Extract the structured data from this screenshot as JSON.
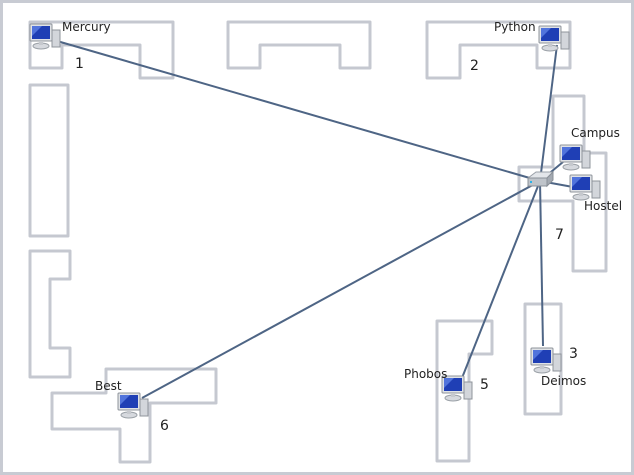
{
  "diagram": {
    "type": "network-floorplan",
    "hub": {
      "id": "switch",
      "icon": "network-switch-icon"
    },
    "nodes": [
      {
        "id": "mercury",
        "label": "Mercury",
        "room": "1",
        "icon": "computer-icon"
      },
      {
        "id": "python",
        "label": "Python",
        "room": "2",
        "icon": "computer-icon"
      },
      {
        "id": "campus",
        "label": "Campus",
        "room": "7",
        "icon": "computer-icon"
      },
      {
        "id": "hostel",
        "label": "Hostel",
        "room": "7",
        "icon": "computer-icon"
      },
      {
        "id": "deimos",
        "label": "Deimos",
        "room": "3",
        "icon": "computer-icon"
      },
      {
        "id": "phobos",
        "label": "Phobos",
        "room": "5",
        "icon": "computer-icon"
      },
      {
        "id": "best",
        "label": "Best",
        "room": "6",
        "icon": "computer-icon"
      }
    ],
    "room_numbers": [
      "1",
      "2",
      "7",
      "3",
      "5",
      "6"
    ],
    "links": [
      [
        "switch",
        "mercury"
      ],
      [
        "switch",
        "python"
      ],
      [
        "switch",
        "campus"
      ],
      [
        "switch",
        "hostel"
      ],
      [
        "switch",
        "deimos"
      ],
      [
        "switch",
        "phobos"
      ],
      [
        "switch",
        "best"
      ]
    ],
    "colors": {
      "link": "#4e6585",
      "room_outline": "#c5c8d0",
      "screen": "#1f3fb5"
    }
  }
}
